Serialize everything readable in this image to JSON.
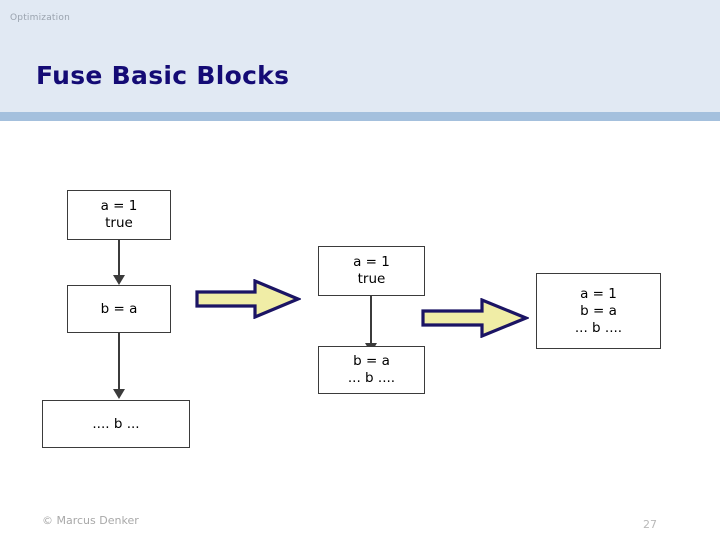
{
  "header": {
    "eyebrow": "Optimization",
    "title": "Fuse Basic Blocks",
    "band_color": "#a4c0dd",
    "background_color": "#e1e9f3",
    "title_color": "#140b75"
  },
  "footer": {
    "author": "© Marcus Denker",
    "page_number": "27"
  },
  "diagram": {
    "accent_arrow_fill": "#f0eda6",
    "accent_arrow_stroke": "#1b1464",
    "box_stroke": "#3b3b3b",
    "columns": [
      {
        "name": "before",
        "boxes": [
          {
            "lines": [
              "a = 1",
              "true"
            ]
          },
          {
            "lines": [
              "b = a"
            ]
          },
          {
            "lines": [
              ".... b ..."
            ]
          }
        ]
      },
      {
        "name": "intermediate",
        "boxes": [
          {
            "lines": [
              "a = 1",
              "true"
            ]
          },
          {
            "lines": [
              "b = a",
              "... b ...."
            ]
          }
        ]
      },
      {
        "name": "after",
        "boxes": [
          {
            "lines": [
              "a = 1",
              "b = a",
              "... b ...."
            ]
          }
        ]
      }
    ],
    "transform_arrows": [
      {
        "label": "transform-arrow-1"
      },
      {
        "label": "transform-arrow-2"
      }
    ]
  }
}
